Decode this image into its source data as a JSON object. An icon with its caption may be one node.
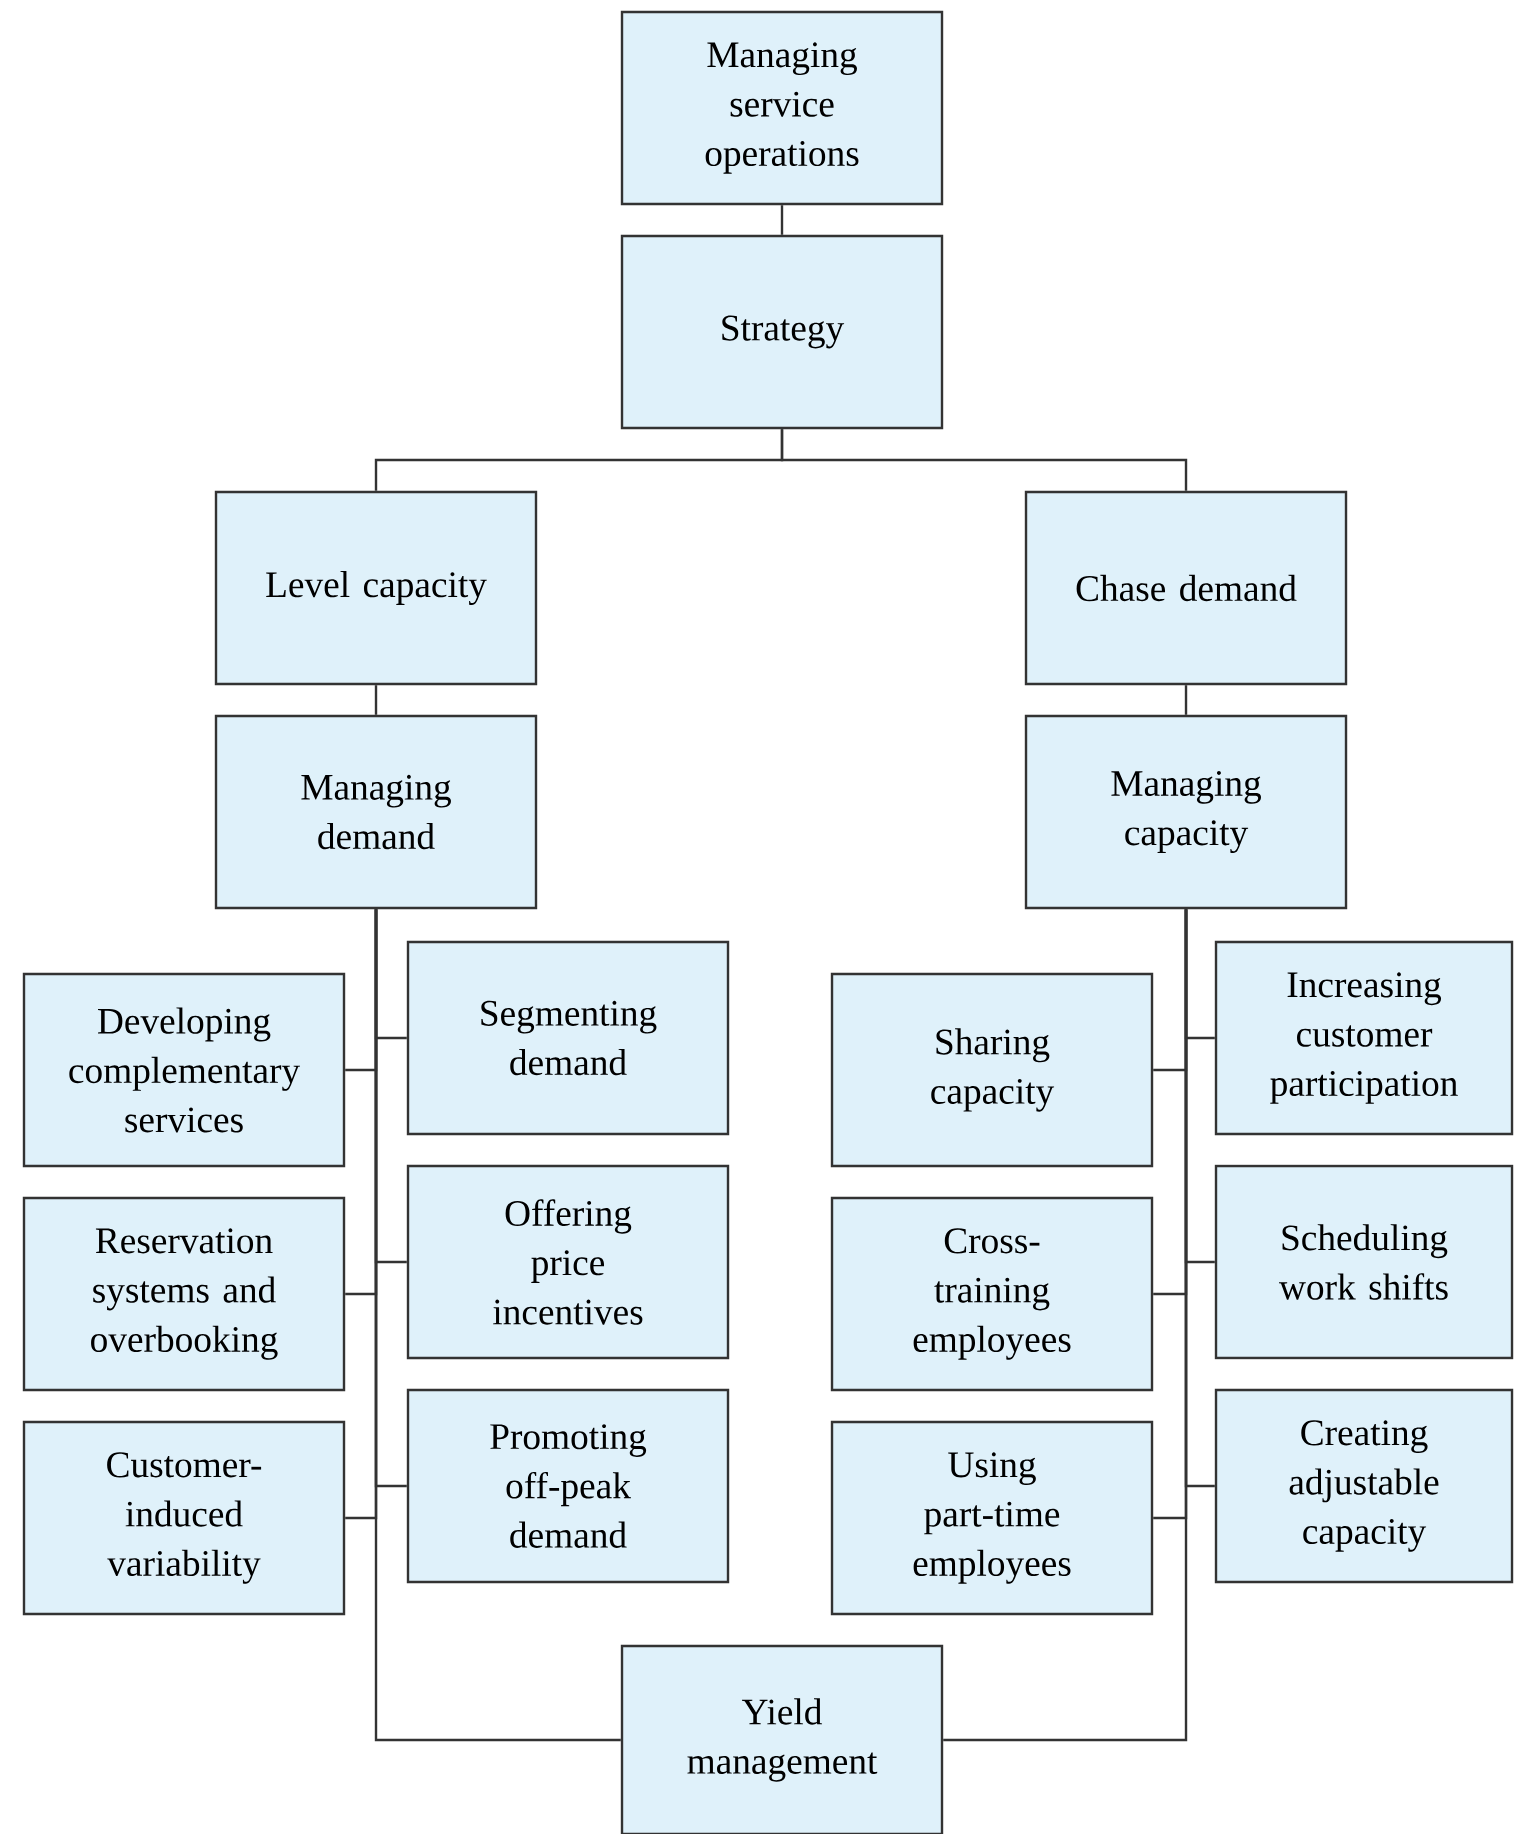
{
  "diagram": {
    "nodes": [
      {
        "text": [
          "Managing service operations"
        ]
      },
      {
        "text": [
          "Strategy"
        ]
      },
      {
        "text": [
          "Level capacity"
        ]
      },
      {
        "text": [
          "Chase demand"
        ]
      },
      {
        "text": [
          "Managing demand"
        ]
      },
      {
        "text": [
          "Managing capacity"
        ]
      },
      {
        "text": [
          "Developing complementary services"
        ]
      },
      {
        "text": [
          "Segmenting demand"
        ]
      },
      {
        "text": [
          "Sharing capacity"
        ]
      },
      {
        "text": [
          "Increasing customer participation"
        ]
      },
      {
        "text": [
          "Reservation systems and overbooking"
        ]
      },
      {
        "text": [
          "Offering price incentives"
        ]
      },
      {
        "text": [
          "Cross-training employees"
        ]
      },
      {
        "text": [
          "Scheduling work shifts"
        ]
      },
      {
        "text": [
          "Customer-induced variability"
        ]
      },
      {
        "text": [
          "Promoting off-peak demand"
        ]
      },
      {
        "text": [
          "Using part-time employees"
        ]
      },
      {
        "text": [
          "Creating adjustable capacity"
        ]
      },
      {
        "text": [
          "Yield management"
        ]
      }
    ],
    "edges": [
      {
        "from": 0,
        "to": 1,
        "arrow": "none"
      },
      {
        "from": 1,
        "to": 2,
        "arrow": "none"
      },
      {
        "from": 1,
        "to": 3,
        "arrow": "none"
      },
      {
        "from": 2,
        "to": 4,
        "arrow": "none"
      },
      {
        "from": 3,
        "to": 5,
        "arrow": "none"
      },
      {
        "from": 4,
        "to": 6,
        "arrow": "none"
      },
      {
        "from": 4,
        "to": 7,
        "arrow": "none"
      },
      {
        "from": 4,
        "to": 10,
        "arrow": "none"
      },
      {
        "from": 4,
        "to": 11,
        "arrow": "none"
      },
      {
        "from": 4,
        "to": 14,
        "arrow": "none"
      },
      {
        "from": 4,
        "to": 15,
        "arrow": "none"
      },
      {
        "from": 4,
        "to": 18,
        "arrow": "none"
      },
      {
        "from": 5,
        "to": 8,
        "arrow": "none"
      },
      {
        "from": 5,
        "to": 9,
        "arrow": "none"
      },
      {
        "from": 5,
        "to": 12,
        "arrow": "none"
      },
      {
        "from": 5,
        "to": 13,
        "arrow": "none"
      },
      {
        "from": 5,
        "to": 16,
        "arrow": "none"
      },
      {
        "from": 5,
        "to": 17,
        "arrow": "none"
      },
      {
        "from": 5,
        "to": 18,
        "arrow": "none"
      }
    ]
  }
}
